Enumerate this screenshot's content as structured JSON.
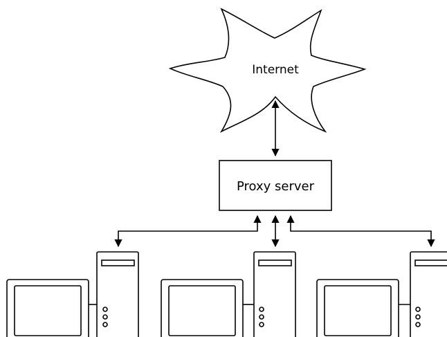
{
  "nodes": {
    "internet": {
      "label": "Internet"
    },
    "proxy": {
      "label": "Proxy server"
    }
  },
  "clients": [
    {
      "kind": "desktop-computer"
    },
    {
      "kind": "desktop-computer"
    },
    {
      "kind": "desktop-computer"
    }
  ],
  "colors": {
    "stroke": "#000000",
    "background": "#ffffff"
  }
}
